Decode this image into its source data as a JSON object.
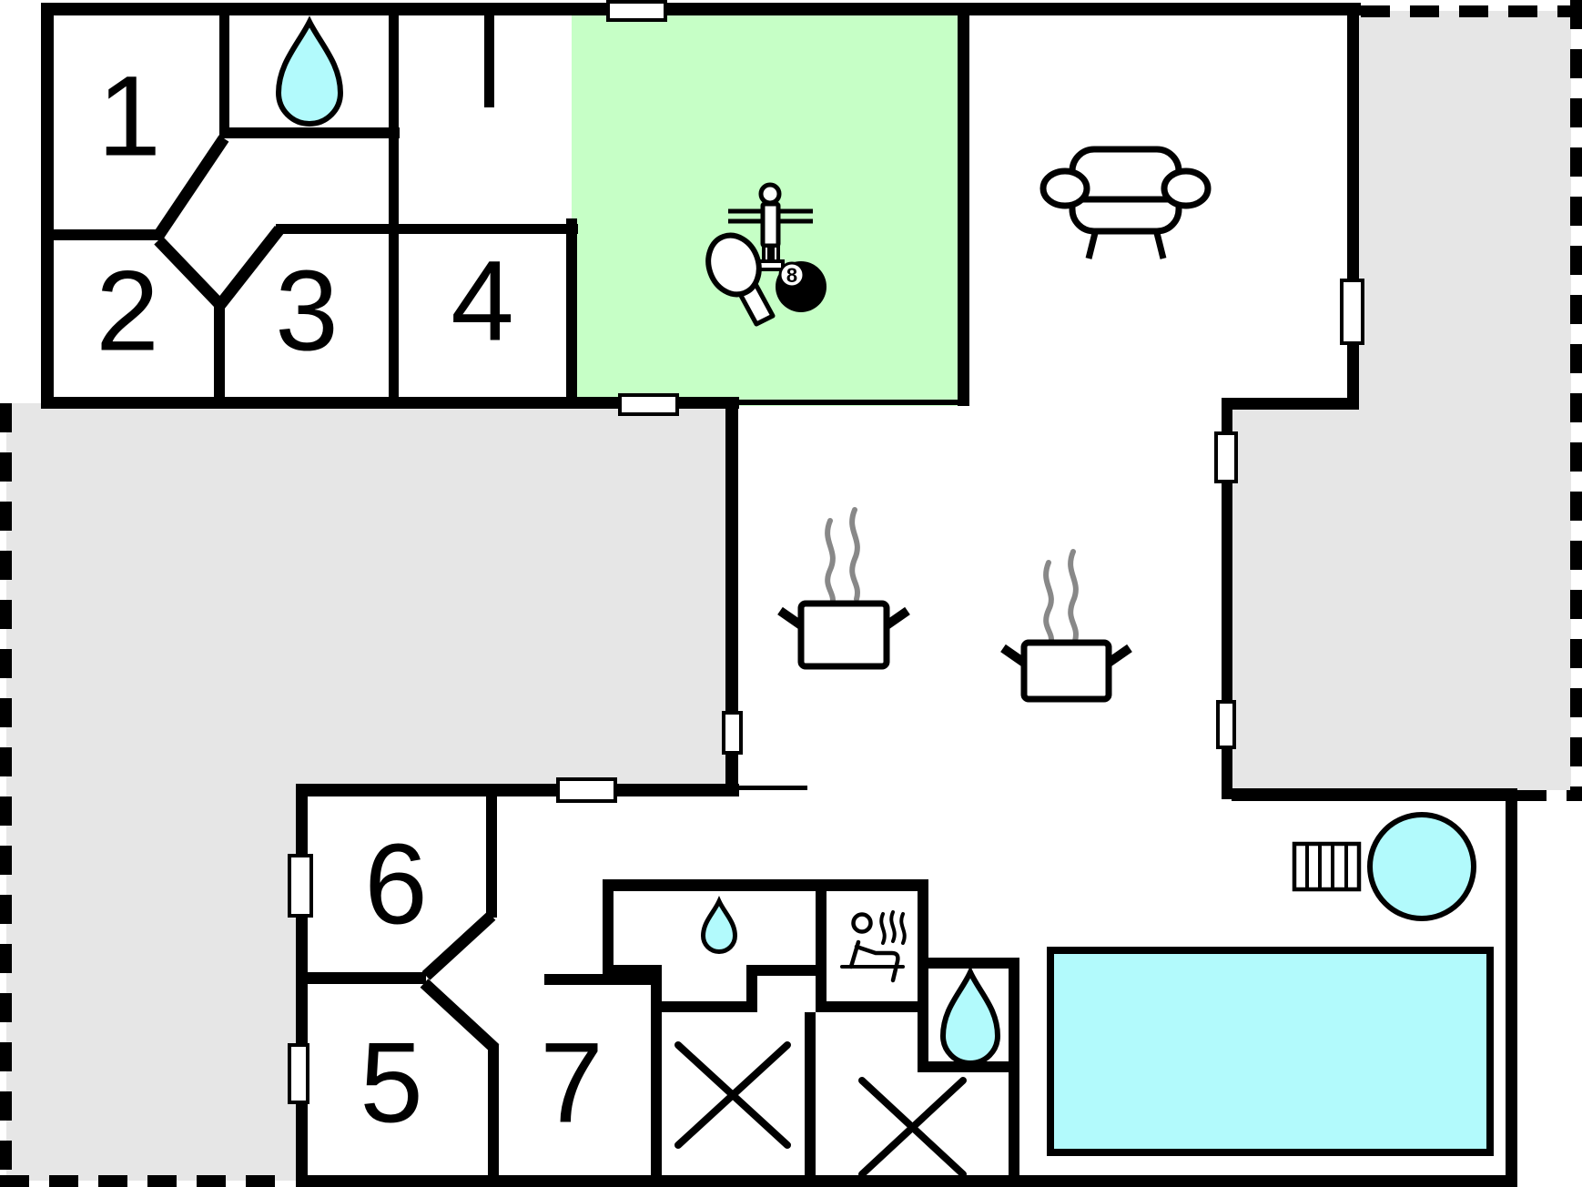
{
  "plan": {
    "type": "holiday-home-floor-plan",
    "colors": {
      "wall": "#000000",
      "terrace": "#e6e6e6",
      "activity_room": "#c6ffc6",
      "water": "#b2fafc",
      "steam": "#888888",
      "background": "#ffffff"
    },
    "rooms": [
      {
        "id": 1,
        "label": "1",
        "kind": "bedroom"
      },
      {
        "id": 2,
        "label": "2",
        "kind": "bedroom"
      },
      {
        "id": 3,
        "label": "3",
        "kind": "bedroom"
      },
      {
        "id": 4,
        "label": "4",
        "kind": "bedroom"
      },
      {
        "id": 5,
        "label": "5",
        "kind": "bedroom"
      },
      {
        "id": 6,
        "label": "6",
        "kind": "bedroom"
      },
      {
        "id": 7,
        "label": "7",
        "kind": "bedroom"
      }
    ],
    "eight_ball_label": "8",
    "icons": {
      "bathroom_top": "water-drop",
      "activity_room": [
        "table-tennis-paddle",
        "foosball-player",
        "eight-ball"
      ],
      "living_room": "sofa",
      "kitchen": [
        "steaming-pot",
        "steaming-pot"
      ],
      "bathroom_bottom": "water-drop",
      "sauna": "sauna-person-with-steam",
      "shower_room": "water-drop",
      "utility_rooms": [
        "x-mark",
        "x-mark"
      ],
      "pool_area": [
        "swimming-pool",
        "hot-tub",
        "pool-steps"
      ]
    },
    "outdoor": {
      "left": "terrace",
      "right": "terrace"
    }
  }
}
